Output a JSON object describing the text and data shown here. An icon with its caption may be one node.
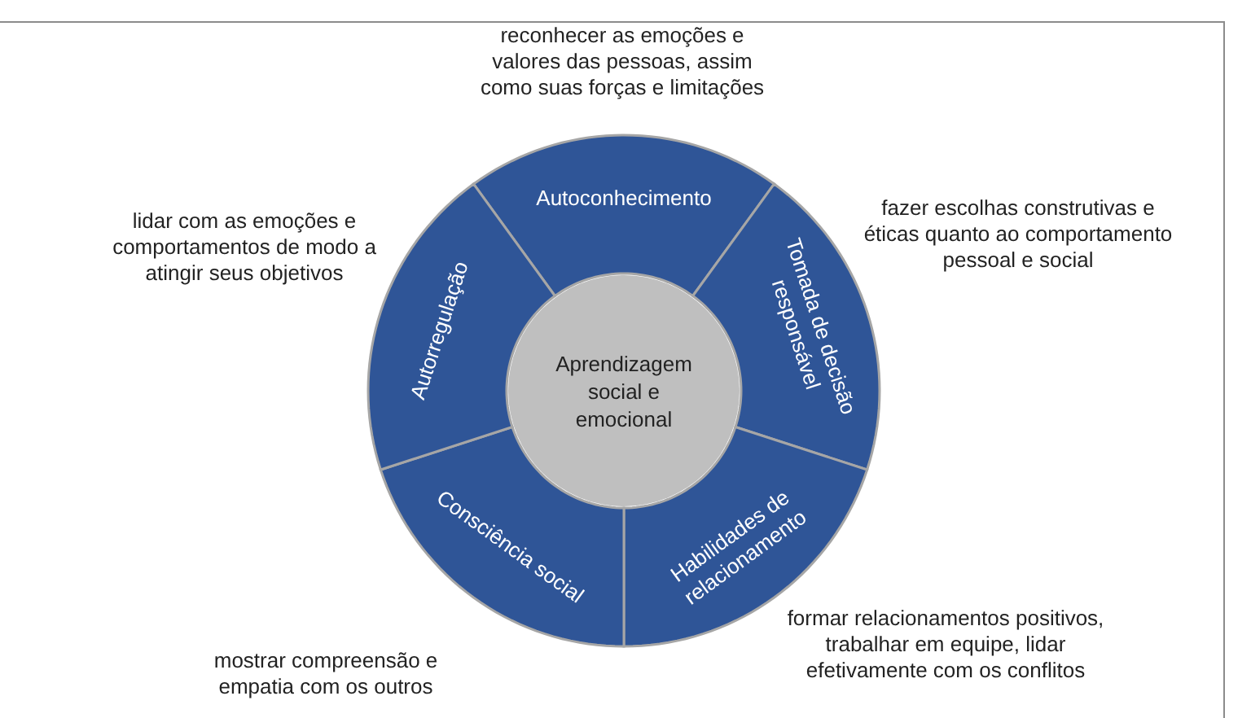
{
  "diagram": {
    "nodes": [
      {
        "text": [
          "Aprendizagem social e emocional"
        ]
      },
      {
        "text": [
          "Autoconhecimento"
        ],
        "beside": [
          "reconhecer as emoções e valores das pessoas, assim como suas forças e limitações"
        ]
      },
      {
        "text": [
          "Tomada de decisão responsável"
        ],
        "beside": [
          "fazer escolhas construtivas e éticas quanto ao comportamento pessoal e social"
        ]
      },
      {
        "text": [
          "Habilidades de relacionamento"
        ],
        "beside": [
          "formar relacionamentos positivos, trabalhar em equipe, lidar efetivamente com os conflitos"
        ]
      },
      {
        "text": [
          "Consciência social"
        ],
        "beside": [
          "mostrar compreensão e empatia com os outros"
        ]
      },
      {
        "text": [
          "Autorregulação"
        ],
        "beside": [
          "lidar com as emoções e comportamentos de modo a atingir seus objetivos"
        ]
      }
    ]
  }
}
